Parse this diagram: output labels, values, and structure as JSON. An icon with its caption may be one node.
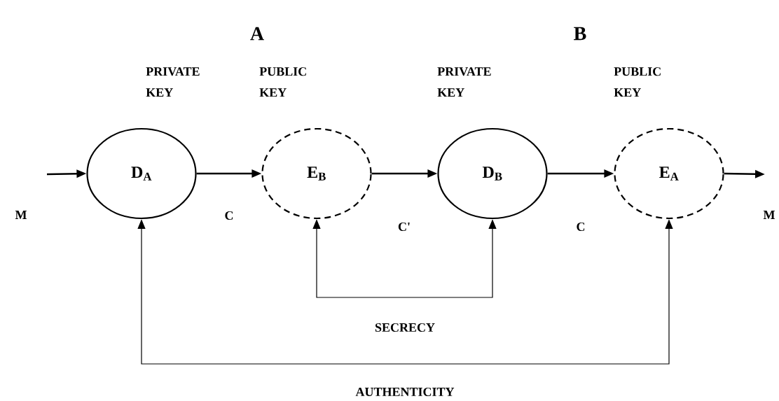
{
  "diagram": {
    "nodes": [
      {
        "text": [
          "D$_{A}$"
        ],
        "beside": [
          "PRIVATE KEY"
        ]
      },
      {
        "text": [
          "E$_{B}$"
        ],
        "beside": [
          "PUBLIC KEY"
        ]
      },
      {
        "text": [
          "D$_{B}$"
        ],
        "beside": [
          "PRIVATE KEY"
        ]
      },
      {
        "text": [
          "E$_{A}$"
        ],
        "beside": [
          "PUBLIC KEY"
        ]
      }
    ],
    "edges": [
      {
        "from": null,
        "to": 0,
        "arrow": "to",
        "label": "M"
      },
      {
        "from": 0,
        "to": 1,
        "arrow": "to",
        "label": "C"
      },
      {
        "from": 1,
        "to": 2,
        "arrow": "to",
        "label": "C'"
      },
      {
        "from": 2,
        "to": 3,
        "arrow": "to",
        "label": "C"
      },
      {
        "from": 3,
        "to": null,
        "arrow": "to",
        "label": "M"
      },
      {
        "from": 1,
        "to": 2,
        "arrow": "both",
        "label": "SECRECY"
      },
      {
        "from": 0,
        "to": 3,
        "arrow": "both",
        "label": "AUTHENTICITY"
      }
    ],
    "labels": [
      "A",
      "B"
    ]
  }
}
